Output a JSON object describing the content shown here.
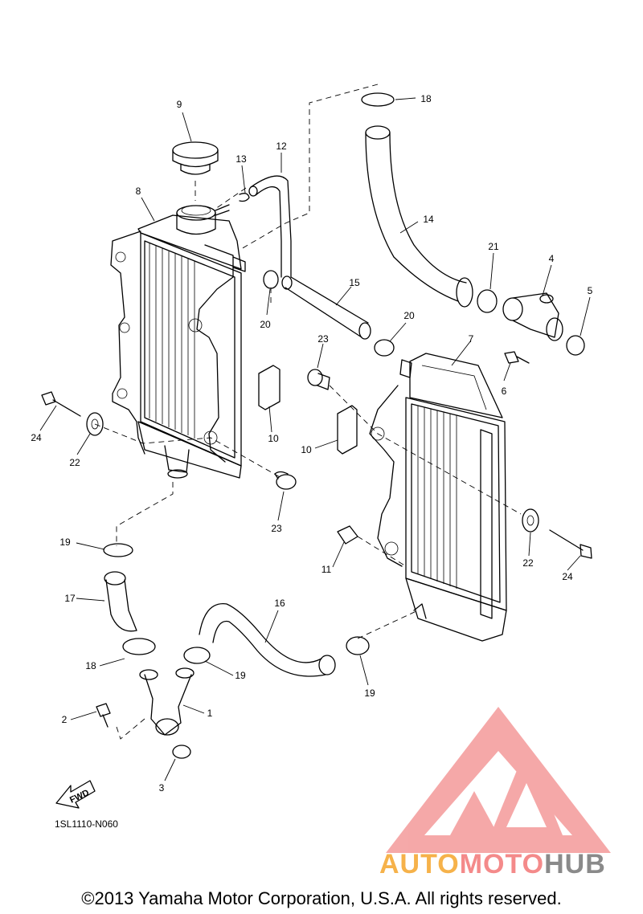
{
  "diagram": {
    "part_numbers": [
      "1",
      "2",
      "3",
      "4",
      "5",
      "6",
      "7",
      "8",
      "9",
      "10",
      "11",
      "12",
      "13",
      "14",
      "15",
      "16",
      "17",
      "18",
      "19",
      "20",
      "21",
      "22",
      "23",
      "24"
    ],
    "callouts": {
      "c9": "9",
      "c13": "13",
      "c12": "12",
      "c8": "8",
      "c18a": "18",
      "c14": "14",
      "c21": "21",
      "c4": "4",
      "c5": "5",
      "c15": "15",
      "c20a": "20",
      "c20b": "20",
      "c23a": "23",
      "c7": "7",
      "c6": "6",
      "c24a": "24",
      "c22a": "22",
      "c10a": "10",
      "c10b": "10",
      "c23b": "23",
      "c19a": "19",
      "c11": "11",
      "c22b": "22",
      "c24b": "24",
      "c17": "17",
      "c16": "16",
      "c18b": "18",
      "c19b": "19",
      "c19c": "19",
      "c1": "1",
      "c2": "2",
      "c3": "3"
    },
    "fwd_label": "FWD",
    "drawing_code": "1SL1110-N060"
  },
  "watermark": {
    "part1": "AUTO",
    "part2": "MOTO",
    "part3": "HUB",
    "colors": {
      "auto": "#f6b24a",
      "moto": "#f48a8a",
      "hub": "#8a8a8a",
      "logo": "#f28c8c"
    }
  },
  "footer": {
    "copyright": "©2013 Yamaha Motor Corporation, U.S.A. All rights reserved."
  }
}
